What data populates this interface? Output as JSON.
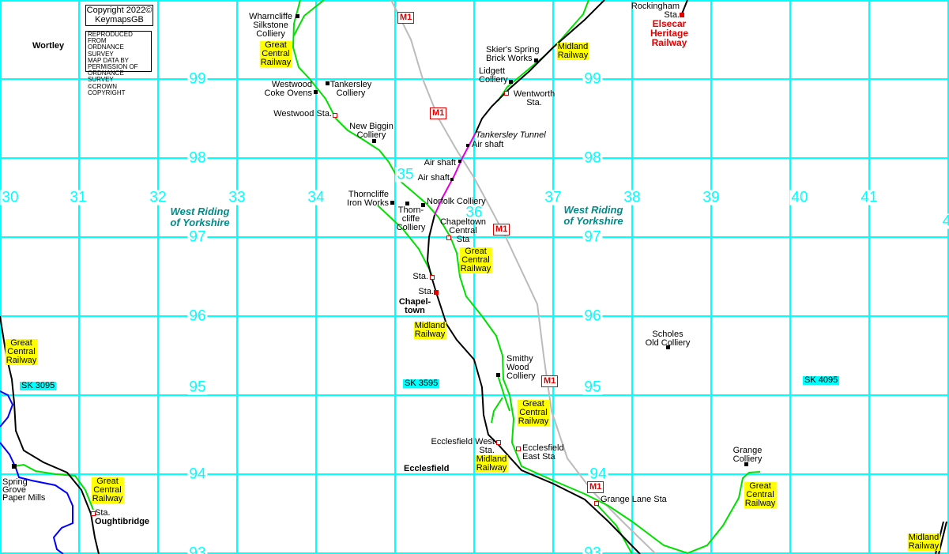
{
  "copyright": {
    "line1": "Copyright 2022©",
    "line2": "KeymapsGB"
  },
  "os_notice": [
    "REPRODUCED FROM",
    "ORDNANCE SURVEY",
    "MAP DATA BY",
    "PERMISSION OF",
    "ORDNANCE SURVEY",
    "©CROWN COPYRIGHT"
  ],
  "grid_rows": [
    "99",
    "98",
    "97",
    "96",
    "95",
    "94",
    "93"
  ],
  "grid_cols": [
    "30",
    "31",
    "32",
    "33",
    "34",
    "35",
    "36",
    "37",
    "38",
    "39",
    "40",
    "41",
    "4"
  ],
  "grid_refs": [
    "SK 3095",
    "SK 3595",
    "SK 4095"
  ],
  "road": "M1",
  "county": "West Riding\nof Yorkshire",
  "towns": {
    "wortley": "Wortley",
    "chapeltown": "Chapel-\ntown",
    "ecclesfield": "Ecclesfield",
    "oughtibridge": "Oughtibridge"
  },
  "railways": {
    "gcr": "Great\nCentral\nRailway",
    "midland": "Midland\nRailway",
    "elsecar": "Elsecar\nHeritage\nRailway"
  },
  "places": {
    "wharncliffe": "Wharncliffe\nSilkstone\nColliery",
    "westwood_coke": "Westwood\nCoke Ovens",
    "tankersley": "Tankersley\nColliery",
    "westwood_sta": "Westwood Sta.",
    "new_biggin": "New Biggin\nColliery",
    "skiers": "Skier's Spring\nBrick Works",
    "lidgett": "Lidgett\nColliery",
    "wentworth": "Wentworth\nSta.",
    "rockingham": "Rockingham\nSta.",
    "tunnel": "Tankersley Tunnel",
    "air_shaft": "Air shaft",
    "thorncliffe_iron": "Thorncliffe\nIron Works",
    "thorncliffe_colliery": "Thorn-\ncliffe\nColliery",
    "norfolk": "Norfolk Colliery",
    "chapeltown_central": "Chapeltown\nCentral\nSta",
    "sta": "Sta.",
    "smithy_wood": "Smithy\nWood\nColliery",
    "ecclesfield_west": "Ecclesfield West\nSta.",
    "ecclesfield_east": "Ecclesfield\nEast Sta",
    "grange_lane": "Grange Lane Sta",
    "grange_colliery": "Grange\nColliery",
    "scholes": "Scholes\nOld Colliery",
    "spring_grove": "Spring\nGrove\nPaper Mills"
  },
  "colors": {
    "grid": "#00ffff",
    "gcr": "#00e000",
    "midland": "#000000",
    "tunnel": "#e000e0",
    "road": "#bbbbbb",
    "river": "#0000ff",
    "label_bg": "#ffff00"
  }
}
